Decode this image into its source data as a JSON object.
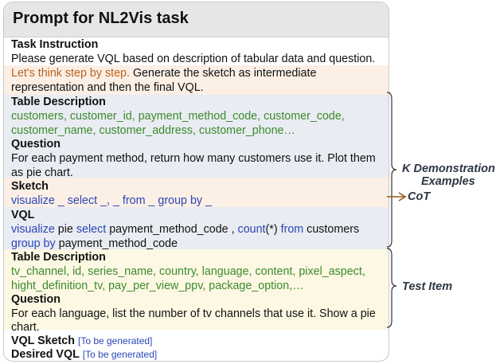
{
  "title": "Prompt for NL2Vis task",
  "task_instruction": {
    "header": "Task Instruction",
    "line1": "Please generate VQL based on description of tabular data and question.",
    "cot_line1": "Let's think step by step.",
    "line2_rest": " Generate the sketch as intermediate",
    "line3": "representation and then the final VQL."
  },
  "demo": {
    "table_header": "Table Description",
    "table_line1": "customers, customer_id, payment_method_code, customer_code,",
    "table_line2": "customer_name, customer_address, customer_phone…",
    "question_header": "Question",
    "question_line1": "For each payment method, return how many customers use it. Plot them",
    "question_line2": "as pie chart.",
    "sketch_header": "Sketch",
    "sketch_kw1": "visualize",
    "sketch_t1": " _ ",
    "sketch_kw2": "select",
    "sketch_t2": " _, _ ",
    "sketch_kw3": "from",
    "sketch_t3": " _ ",
    "sketch_kw4": "group by",
    "sketch_t4": " _",
    "vql_header": "VQL",
    "vql_kw1": "visualize",
    "vql_t1": " pie ",
    "vql_kw2": "select",
    "vql_t2": " payment_method_code , ",
    "vql_kw3": "count",
    "vql_t3": "(*) ",
    "vql_kw4": "from",
    "vql_t4": " customers",
    "vql_kw5": "group by",
    "vql_t5": " payment_method_code"
  },
  "test": {
    "table_header": "Table Description",
    "table_line1": "tv_channel, id, series_name, country, language, content, pixel_aspect,",
    "table_line2": "hight_definition_tv, pay_per_view_ppv, package_option,…",
    "question_header": "Question",
    "question_line1": "For each language, list the number of tv channels that use it. Show a pie",
    "question_line2": "chart.",
    "vql_sketch_header": "VQL Sketch",
    "vql_sketch_placeholder": "[To be generated]",
    "desired_vql_header": "Desired VQL",
    "desired_vql_placeholder": "[To be generated]"
  },
  "side_labels": {
    "demo_line1": "K Demonstration",
    "demo_line2": "Examples",
    "cot": "CoT",
    "test_item": "Test Item"
  },
  "colors": {
    "green_text": "#3c8b2c",
    "orange_text": "#b8621c",
    "keyword_blue": "#2a46b8",
    "arrow_brown": "#9a5a20"
  }
}
